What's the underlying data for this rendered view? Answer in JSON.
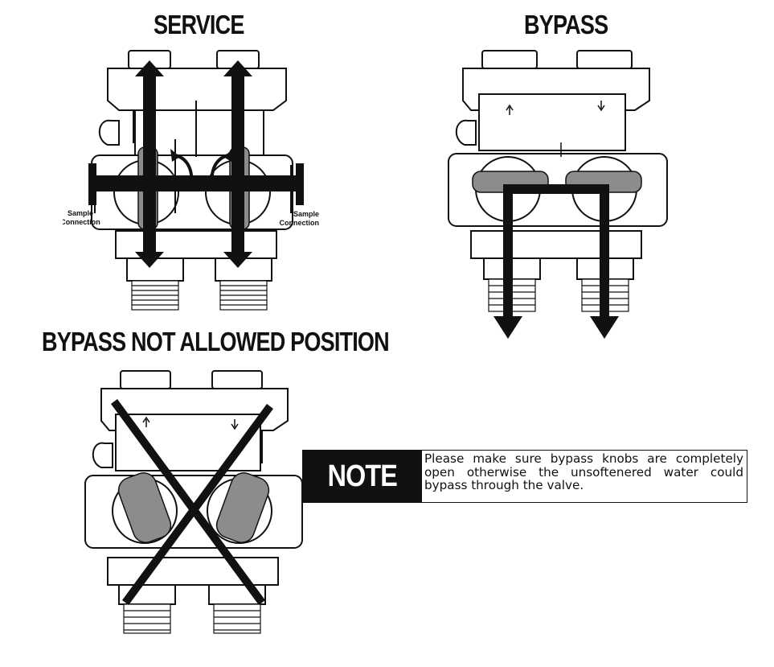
{
  "titles": {
    "service": "SERVICE",
    "bypass": "BYPASS",
    "not_allowed": "BYPASS NOT ALLOWED POSITION"
  },
  "service_diagram": {
    "sample_connection_label": "Sample Connection",
    "sample_connection_left": [
      "Sample",
      "Connection"
    ],
    "sample_connection_right": [
      "Sample",
      "Connection"
    ]
  },
  "note": {
    "label": "NOTE",
    "text": "Please make sure bypass knobs are completely open otherwise the unsoftenered water could bypass through the valve."
  },
  "colors": {
    "line": "#111111",
    "knob": "#8c8c8c",
    "background": "#ffffff"
  },
  "icons": [
    "up-arrow-icon",
    "down-arrow-icon",
    "cross-mark-icon"
  ]
}
